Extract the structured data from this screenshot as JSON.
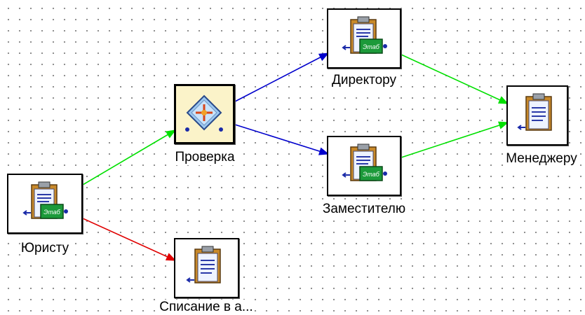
{
  "diagram": {
    "nodes": {
      "jurist": {
        "label": "Юристу",
        "icon": "document-with-tag-icon"
      },
      "proverka": {
        "label": "Проверка",
        "icon": "decision-icon"
      },
      "spisanie": {
        "label": "Списание в а...",
        "icon": "document-icon"
      },
      "direktor": {
        "label": "Директору",
        "icon": "document-with-tag-icon"
      },
      "zamestitel": {
        "label": "Заместителю",
        "icon": "document-with-tag-icon"
      },
      "menedzher": {
        "label": "Менеджеру",
        "icon": "document-icon"
      }
    },
    "edges": [
      {
        "from": "jurist",
        "to": "proverka",
        "color": "#00e000"
      },
      {
        "from": "jurist",
        "to": "spisanie",
        "color": "#e00000"
      },
      {
        "from": "proverka",
        "to": "direktor",
        "color": "#0000cc"
      },
      {
        "from": "proverka",
        "to": "zamestitel",
        "color": "#0000cc"
      },
      {
        "from": "direktor",
        "to": "menedzher",
        "color": "#00e000"
      },
      {
        "from": "zamestitel",
        "to": "menedzher",
        "color": "#00e000"
      }
    ]
  }
}
